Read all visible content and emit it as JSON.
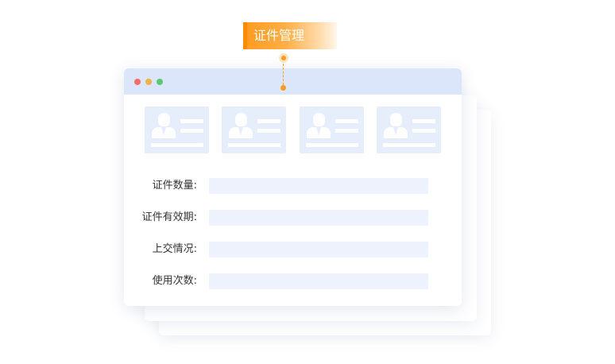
{
  "badge": {
    "label": "证件管理"
  },
  "window": {
    "controls": [
      {
        "name": "close",
        "color": "#f46b6b"
      },
      {
        "name": "minimize",
        "color": "#f0b14a"
      },
      {
        "name": "maximize",
        "color": "#5dc872"
      }
    ],
    "cards": [
      {
        "icon": "id-card-icon"
      },
      {
        "icon": "id-card-icon"
      },
      {
        "icon": "id-card-icon"
      },
      {
        "icon": "id-card-icon"
      }
    ],
    "form": [
      {
        "label": "证件数量:",
        "value": ""
      },
      {
        "label": "证件有效期:",
        "value": ""
      },
      {
        "label": "上交情况:",
        "value": ""
      },
      {
        "label": "使用次数:",
        "value": ""
      }
    ]
  },
  "colors": {
    "accent": "#ff9a1f",
    "titlebar": "#dce6fb",
    "card": "#e6edfb",
    "field": "#edf2fd"
  }
}
